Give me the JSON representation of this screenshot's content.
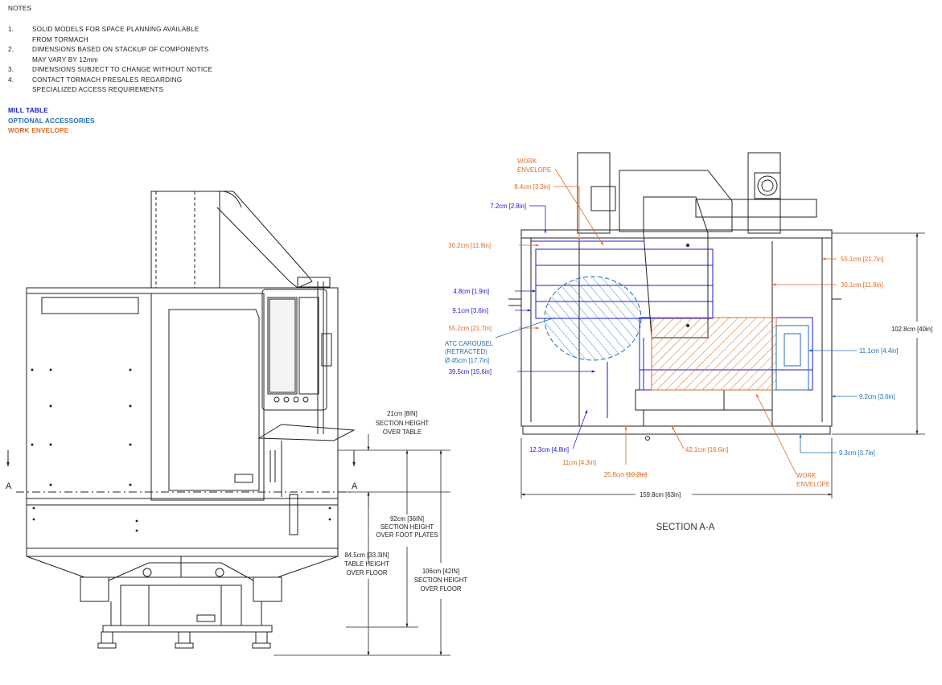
{
  "notes": {
    "title": "NOTES",
    "items": [
      {
        "num": "1.",
        "lines": [
          "SOLID MODELS FOR SPACE PLANNING AVAILABLE",
          "FROM TORMACH"
        ]
      },
      {
        "num": "2.",
        "lines": [
          "DIMENSIONS BASED ON STACKUP OF COMPONENTS",
          "MAY VARY BY 12mm"
        ]
      },
      {
        "num": "3.",
        "lines": [
          "DIMENSIONS SUBJECT TO CHANGE WITHOUT NOTICE"
        ]
      },
      {
        "num": "4.",
        "lines": [
          "CONTACT TORMACH PRESALES REGARDING",
          "SPECIALIZED ACCESS REQUIREMENTS"
        ]
      }
    ]
  },
  "legend": {
    "mill_table": "MILL TABLE",
    "optional_accessories": "OPTIONAL ACCESSORIES",
    "work_envelope": "WORK ENVELOPE"
  },
  "colors": {
    "mill_table": "#1a1acc",
    "optional_accessories": "#1f6fb3",
    "work_envelope": "#e06a28",
    "line": "#222222"
  },
  "front_view": {
    "section_mark": "A",
    "dim_section_over_table": [
      "21cm [8IN]",
      "SECTION HEIGHT",
      "OVER TABLE"
    ],
    "dim_section_over_plates": [
      "92cm [36IN]",
      "SECTION HEIGHT",
      "OVER FOOT PLATES"
    ],
    "dim_table_over_floor": [
      "84.5cm [33.3IN]",
      "TABLE HEIGHT",
      "OVER FLOOR"
    ],
    "dim_section_over_floor": [
      "106cm [42IN]",
      "SECTION HEIGHT",
      "OVER FLOOR"
    ]
  },
  "section_view": {
    "title": "SECTION A-A",
    "work_envelope_top": [
      "WORK",
      "ENVELOPE"
    ],
    "work_envelope_bottom": [
      "WORK",
      "ENVELOPE"
    ],
    "atc": [
      "ATC CAROUSEL",
      "(RETRACTED)",
      "Ø 45cm [17.7in]"
    ],
    "dims": {
      "d_8_4": "8.4cm [3.3in]",
      "d_7_2": "7.2cm [2.8in]",
      "d_30_2": "30.2cm [11.9in]",
      "d_4_8": "4.8cm [1.9in]",
      "d_9_1": "9.1cm [3.6in]",
      "d_55_2": "55.2cm [21.7in]",
      "d_39_5": "39.5cm [15.6in]",
      "d_12_3": "12.3cm [4.8in]",
      "d_11": "11cm [4.3in]",
      "d_25_8": "25.8cm [10.2in]",
      "d_42_1": "42.1cm [16.6in]",
      "d_159_8": "159.8cm [63in]",
      "d_55_1": "55.1cm [21.7in]",
      "d_30_1": "30.1cm [11.9in]",
      "d_102_8": "102.8cm [40in]",
      "d_11_1": "11.1cm [4.4in]",
      "d_9_2": "9.2cm [3.6in]",
      "d_9_3": "9.3cm [3.7in]"
    }
  }
}
